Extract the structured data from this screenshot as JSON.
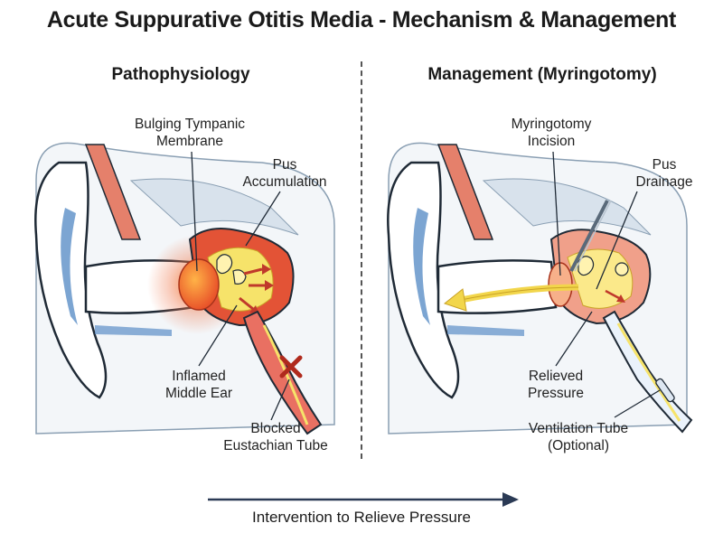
{
  "title": "Acute Suppurative Otitis Media - Mechanism & Management",
  "panels": {
    "left": {
      "heading": "Pathophysiology",
      "labels": {
        "bulging_1": "Bulging Tympanic",
        "bulging_2": "Membrane",
        "pus_1": "Pus",
        "pus_2": "Accumulation",
        "inflamed_1": "Inflamed",
        "inflamed_2": "Middle Ear",
        "blocked_1": "Blocked",
        "blocked_2": "Eustachian Tube"
      }
    },
    "right": {
      "heading": "Management (Myringotomy)",
      "labels": {
        "incision_1": "Myringotomy",
        "incision_2": "Incision",
        "drainage_1": "Pus",
        "drainage_2": "Drainage",
        "relieved_1": "Relieved",
        "relieved_2": "Pressure",
        "tube_1": "Ventilation Tube",
        "tube_2": "(Optional)"
      }
    }
  },
  "footer": "Intervention to Relieve Pressure",
  "colors": {
    "inflamed": "#e9542a",
    "pus": "#f6e36a",
    "arrow": "#c0392b",
    "blue": "#5b8fc7",
    "intervention_arrow": "#2b3a55"
  }
}
